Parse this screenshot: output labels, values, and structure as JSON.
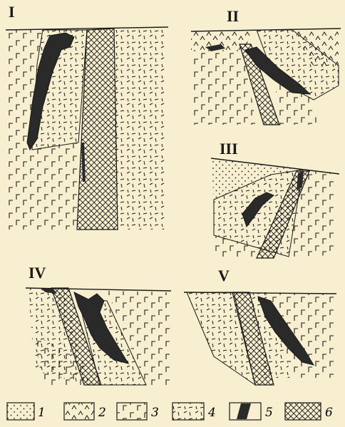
{
  "panels": [
    {
      "id": "I",
      "label": "I"
    },
    {
      "id": "II",
      "label": "II"
    },
    {
      "id": "III",
      "label": "III"
    },
    {
      "id": "IV",
      "label": "IV"
    },
    {
      "id": "V",
      "label": "V"
    }
  ],
  "legend": [
    {
      "num": "1",
      "pattern": "dots"
    },
    {
      "num": "2",
      "pattern": "carets"
    },
    {
      "num": "3",
      "pattern": "gamma"
    },
    {
      "num": "4",
      "pattern": "dashes"
    },
    {
      "num": "5",
      "pattern": "solid-black"
    },
    {
      "num": "6",
      "pattern": "crosshatch"
    }
  ],
  "colors": {
    "background": "#f7efcf",
    "ink": "#1a1a1a",
    "ore": "#2a2a2a"
  }
}
